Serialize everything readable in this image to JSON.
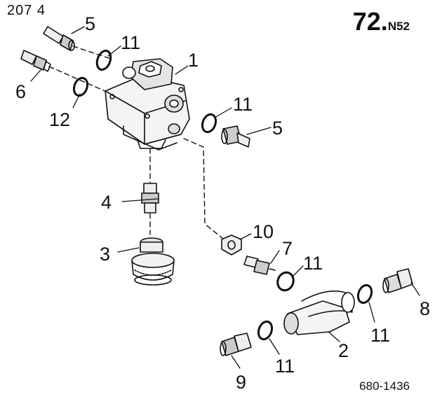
{
  "header": {
    "page_number": "207 4",
    "group_code_main": "72.",
    "group_code_suffix": "N52"
  },
  "footer": {
    "diagram_ref": "680-1436"
  },
  "callouts": {
    "c1": "1",
    "c2": "2",
    "c3": "3",
    "c4": "4",
    "c5a": "5",
    "c5b": "5",
    "c6": "6",
    "c7": "7",
    "c8": "8",
    "c9": "9",
    "c10": "10",
    "c11a": "11",
    "c11b": "11",
    "c11c": "11",
    "c11d": "11",
    "c11e": "11",
    "c12": "12"
  }
}
